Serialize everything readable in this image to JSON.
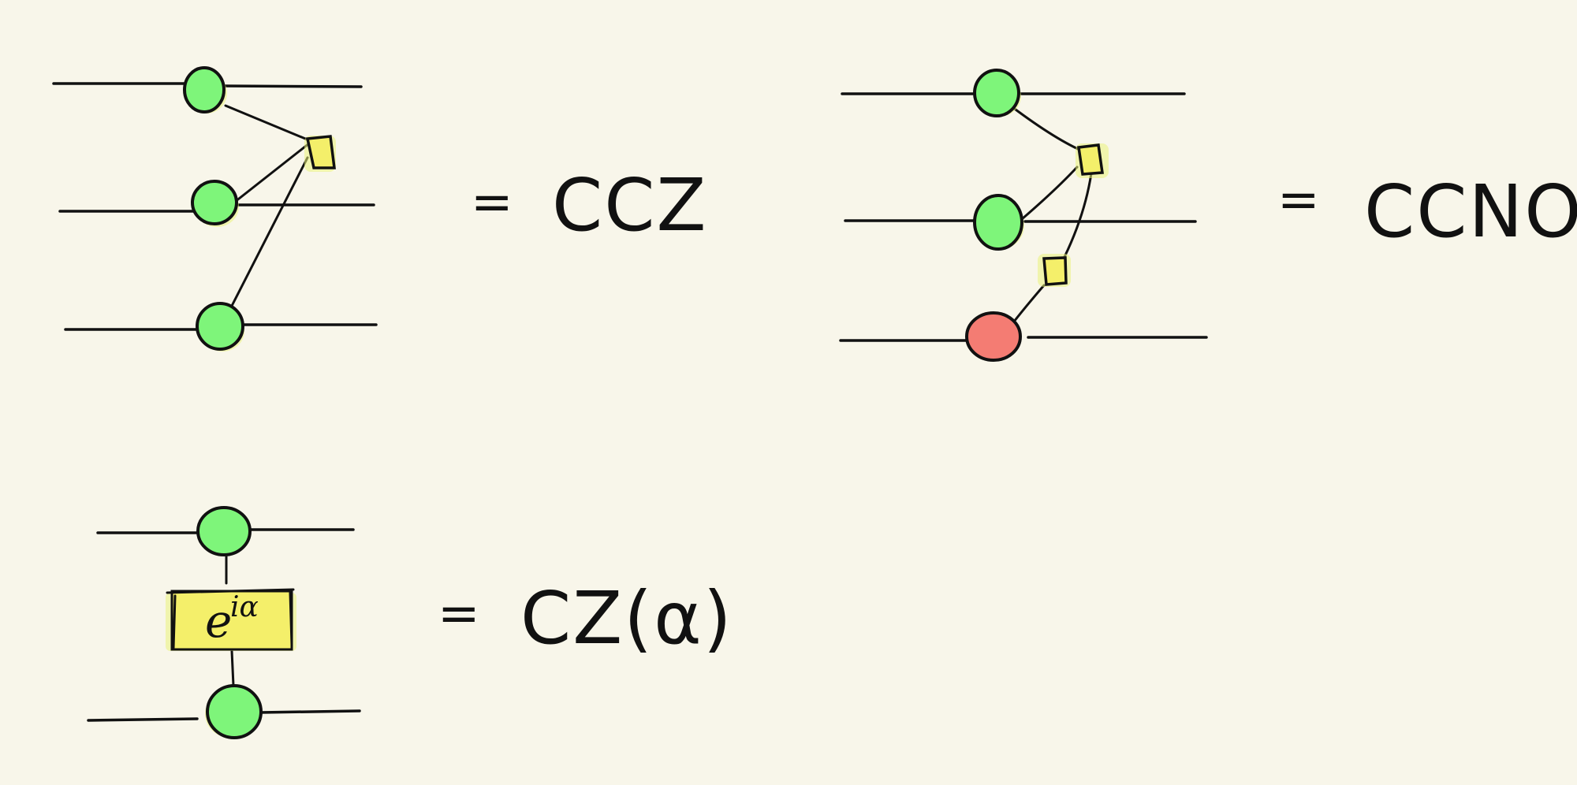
{
  "diagrams": [
    {
      "equals": "=",
      "label": "CCZ"
    },
    {
      "equals": "=",
      "label": "CCNOT"
    },
    {
      "equals": "=",
      "label": "CZ(α)",
      "phase": {
        "base": "e",
        "exponent": "iα"
      }
    }
  ],
  "colors": {
    "background": "#f8f6ea",
    "green_spider": "#7ef57a",
    "red_spider": "#f47c73",
    "hbox": "#f4ef6a"
  }
}
